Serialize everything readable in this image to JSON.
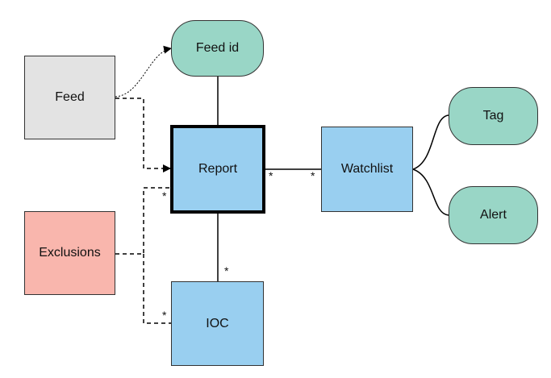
{
  "nodes": {
    "feed": "Feed",
    "feed_id": "Feed id",
    "exclusions": "Exclusions",
    "report": "Report",
    "watchlist": "Watchlist",
    "ioc": "IOC",
    "tag": "Tag",
    "alert": "Alert"
  },
  "multiplicity": {
    "report_watchlist_near_report": "*",
    "report_watchlist_near_watchlist": "*",
    "report_exclusions": "*",
    "report_ioc": "*",
    "ioc_exclusions": "*"
  },
  "colors": {
    "gray": "#e3e3e3",
    "pink": "#f9b6ad",
    "blue": "#99cff0",
    "green": "#99d6c6"
  }
}
